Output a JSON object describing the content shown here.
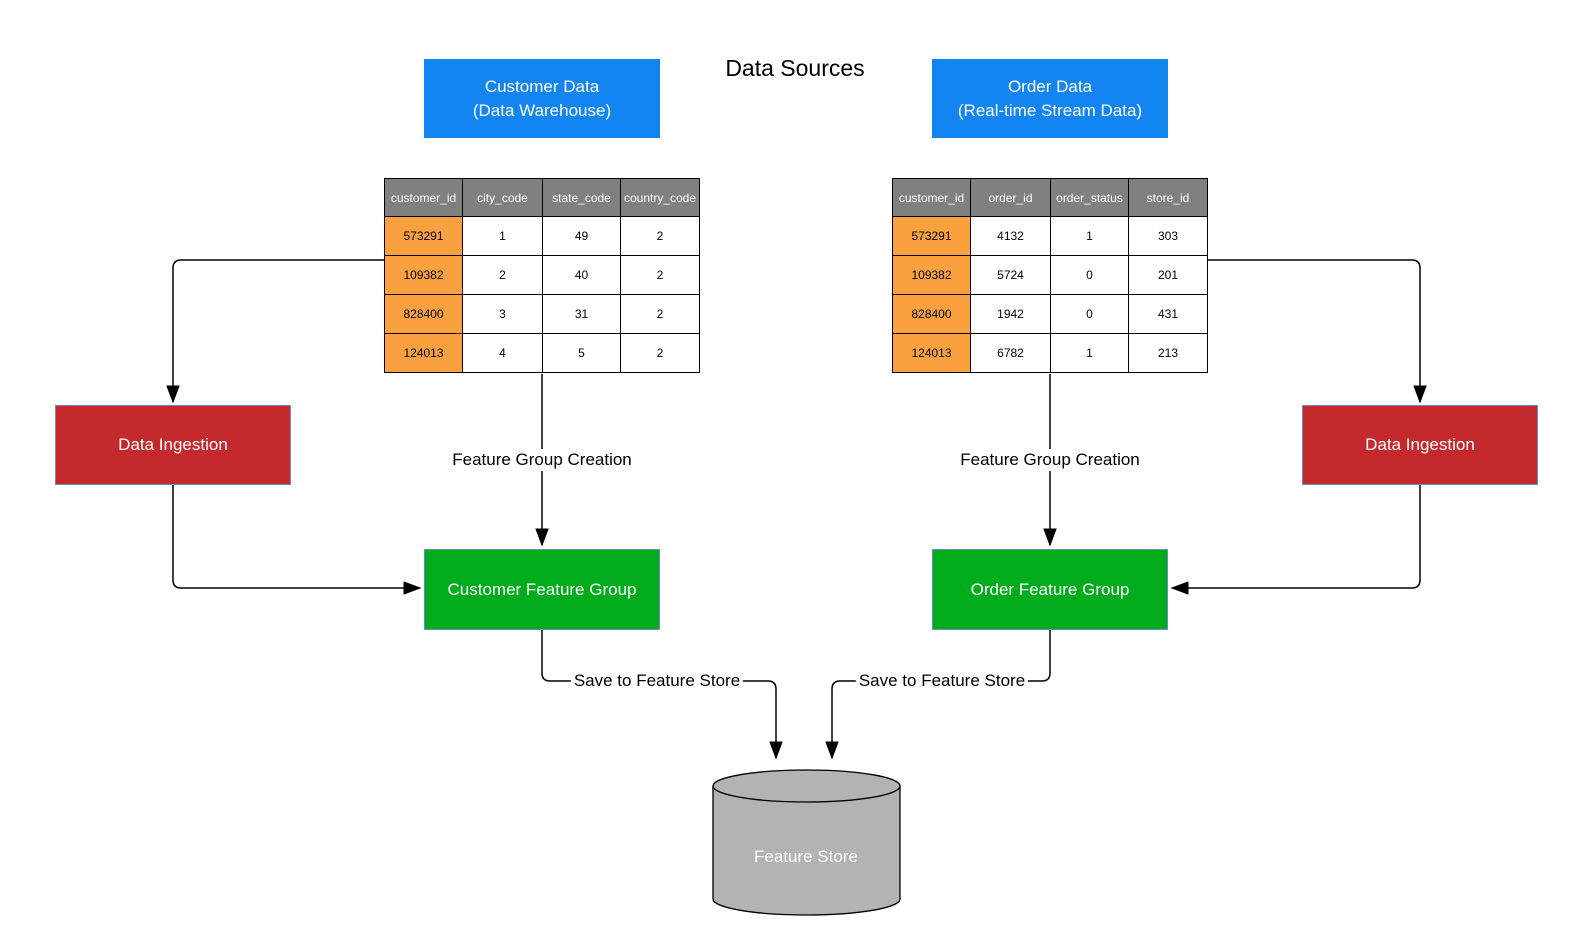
{
  "title": "Data Sources",
  "colors": {
    "blue": "#1385F0",
    "red": "#C3292D",
    "green": "#00AC1C",
    "orange": "#F9A13E",
    "gray_header": "#808080",
    "cylinder_fill": "#B3B3B3",
    "node_border": "#6C8EBF",
    "arrow": "#000000"
  },
  "sources": {
    "customer": {
      "line1": "Customer Data",
      "line2": "(Data Warehouse)"
    },
    "order": {
      "line1": "Order Data",
      "line2": "(Real-time Stream Data)"
    }
  },
  "tables": {
    "customer": {
      "headers": [
        "customer_id",
        "city_code",
        "state_code",
        "country_code"
      ],
      "rows": [
        [
          "573291",
          "1",
          "49",
          "2"
        ],
        [
          "109382",
          "2",
          "40",
          "2"
        ],
        [
          "828400",
          "3",
          "31",
          "2"
        ],
        [
          "124013",
          "4",
          "5",
          "2"
        ]
      ]
    },
    "order": {
      "headers": [
        "customer_id",
        "order_id",
        "order_status",
        "store_id"
      ],
      "rows": [
        [
          "573291",
          "4132",
          "1",
          "303"
        ],
        [
          "109382",
          "5724",
          "0",
          "201"
        ],
        [
          "828400",
          "1942",
          "0",
          "431"
        ],
        [
          "124013",
          "6782",
          "1",
          "213"
        ]
      ]
    }
  },
  "nodes": {
    "data_ingestion": "Data Ingestion",
    "customer_feature_group": "Customer Feature Group",
    "order_feature_group": "Order Feature Group",
    "feature_store": "Feature Store"
  },
  "edge_labels": {
    "feature_group_creation": "Feature Group Creation",
    "save_to_feature_store": "Save to Feature Store"
  }
}
